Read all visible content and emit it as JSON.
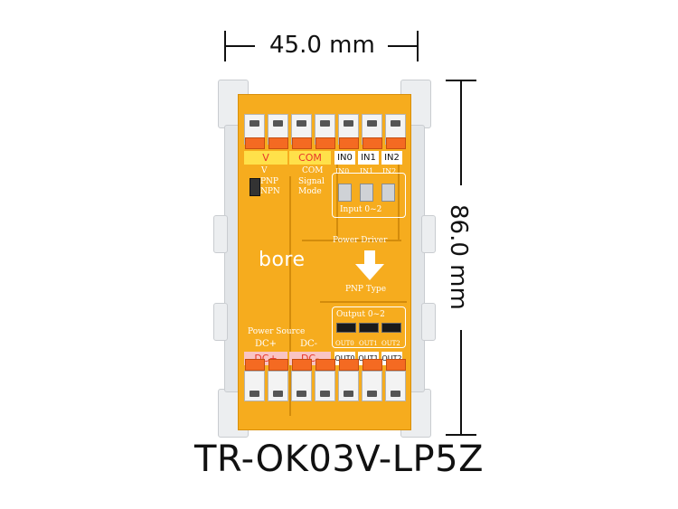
{
  "dimensions": {
    "width_label": "45.0 mm",
    "height_label": "86.0 mm"
  },
  "model": "TR-OK03V-LP5Z",
  "board": {
    "brand": "bore",
    "top_labels": [
      "V",
      "COM",
      "IN0",
      "IN1",
      "IN2"
    ],
    "top_sub_labels": [
      "V",
      "COM",
      "IN0",
      "IN1",
      "IN2"
    ],
    "pnp_label": "PNP",
    "npn_label": "NPN",
    "signal_mode_label": "Signal\nMode",
    "input_group_label": "Input 0~2",
    "power_driver_label": "Power Driver",
    "pnp_type_label": "PNP Type",
    "output_group_label": "Output 0~2",
    "power_source_label": "Power Source",
    "bottom_sub_labels": [
      "DC+",
      "DC-",
      "OUT0",
      "OUT1",
      "OUT2"
    ],
    "bottom_labels": [
      "DC+",
      "DC-",
      "OUT0",
      "OUT1",
      "OUT2"
    ]
  },
  "colors": {
    "board": "#f6ac1e",
    "lever": "#f46a22",
    "yellow_label": "#ffe14a",
    "pink_label": "#f9c4c4",
    "accent_red": "#e8352a"
  }
}
